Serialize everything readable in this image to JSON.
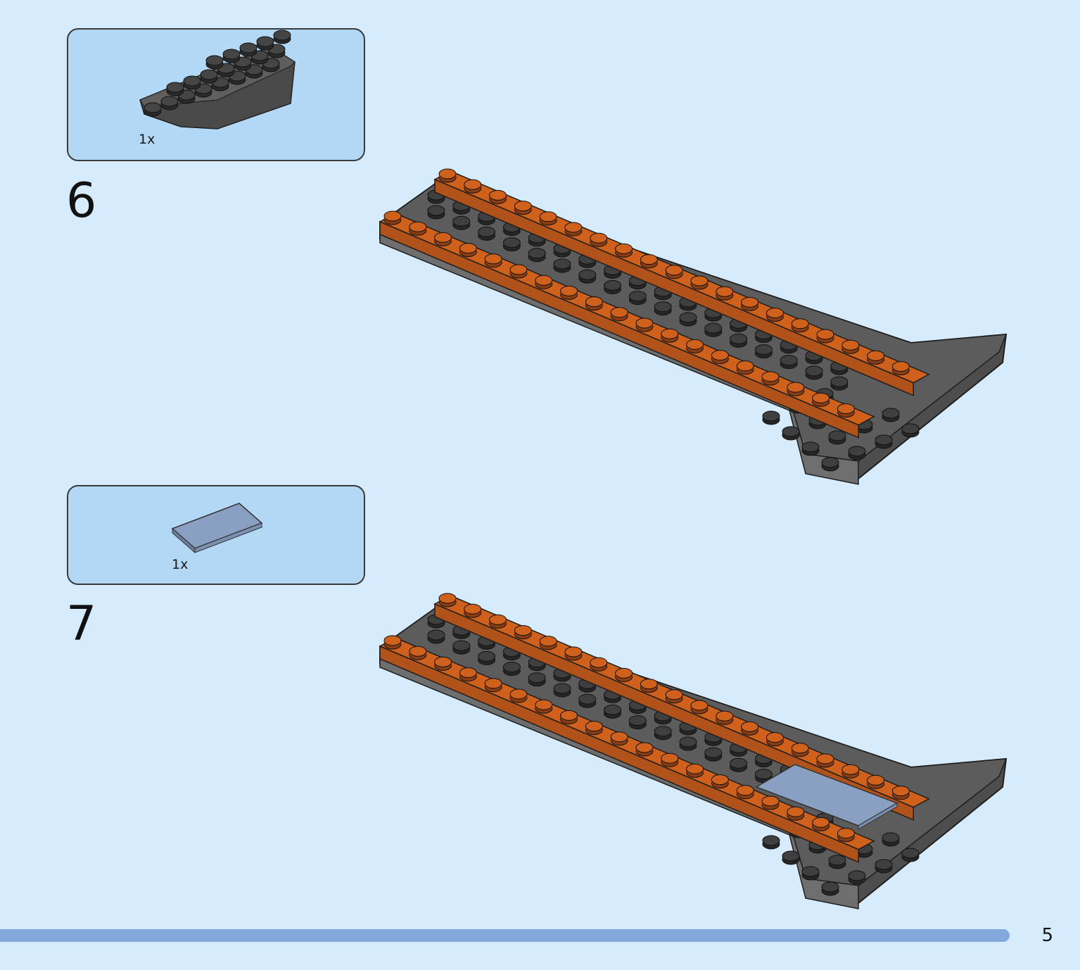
{
  "steps": [
    {
      "number": "6",
      "parts": [
        {
          "quantity": "1x",
          "color": "#5f5f5f",
          "name": "wedge-plate"
        }
      ]
    },
    {
      "number": "7",
      "parts": [
        {
          "quantity": "1x",
          "color": "#8aa0c2",
          "name": "tile"
        }
      ]
    }
  ],
  "colors": {
    "orange": "#cf611c",
    "dark_gray": "#5c5c5c",
    "tile_blue_gray": "#8aa0c2",
    "background": "#d6ecfc",
    "callout_fill": "#b3d8f5",
    "progress_bar": "#85a8dc"
  },
  "page": {
    "number": "5"
  }
}
